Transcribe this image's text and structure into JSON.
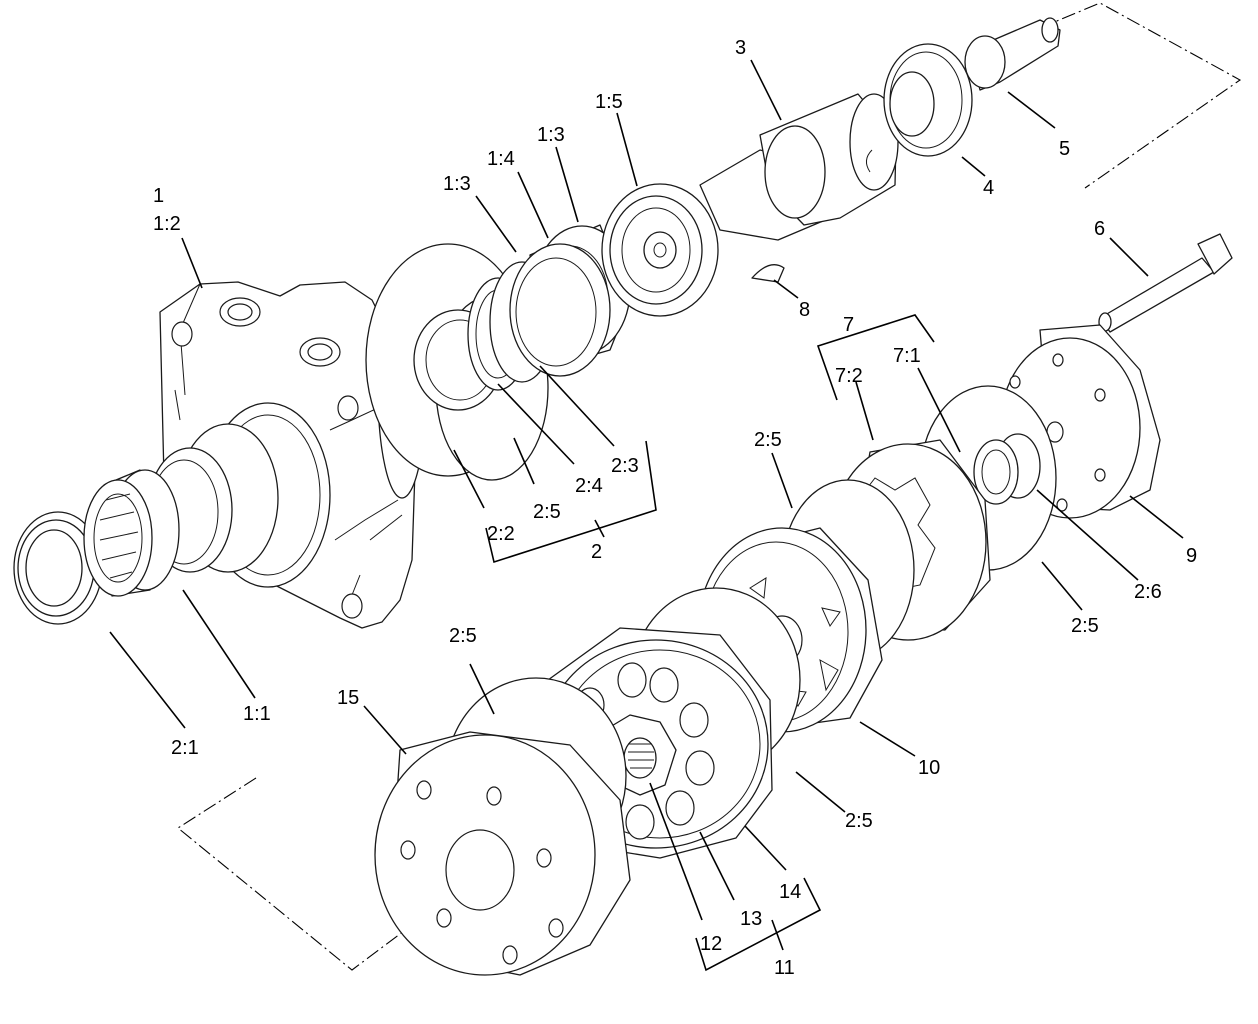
{
  "labels": {
    "l_1": "1",
    "l_1_2": "1:2",
    "l_1_1": "1:1",
    "l_1_3a": "1:3",
    "l_1_3b": "1:3",
    "l_1_4": "1:4",
    "l_1_5": "1:5",
    "l_2": "2",
    "l_2_1": "2:1",
    "l_2_2": "2:2",
    "l_2_3": "2:3",
    "l_2_4": "2:4",
    "l_2_5a": "2:5",
    "l_2_5b": "2:5",
    "l_2_5c": "2:5",
    "l_2_5d": "2:5",
    "l_2_5e": "2:5",
    "l_2_6": "2:6",
    "l_3": "3",
    "l_4": "4",
    "l_5": "5",
    "l_6": "6",
    "l_7": "7",
    "l_7_1": "7:1",
    "l_7_2": "7:2",
    "l_8": "8",
    "l_9": "9",
    "l_10": "10",
    "l_11": "11",
    "l_12": "12",
    "l_13": "13",
    "l_14": "14",
    "l_15": "15"
  },
  "colors": {
    "line": "#1a1a1a",
    "background": "#ffffff"
  }
}
